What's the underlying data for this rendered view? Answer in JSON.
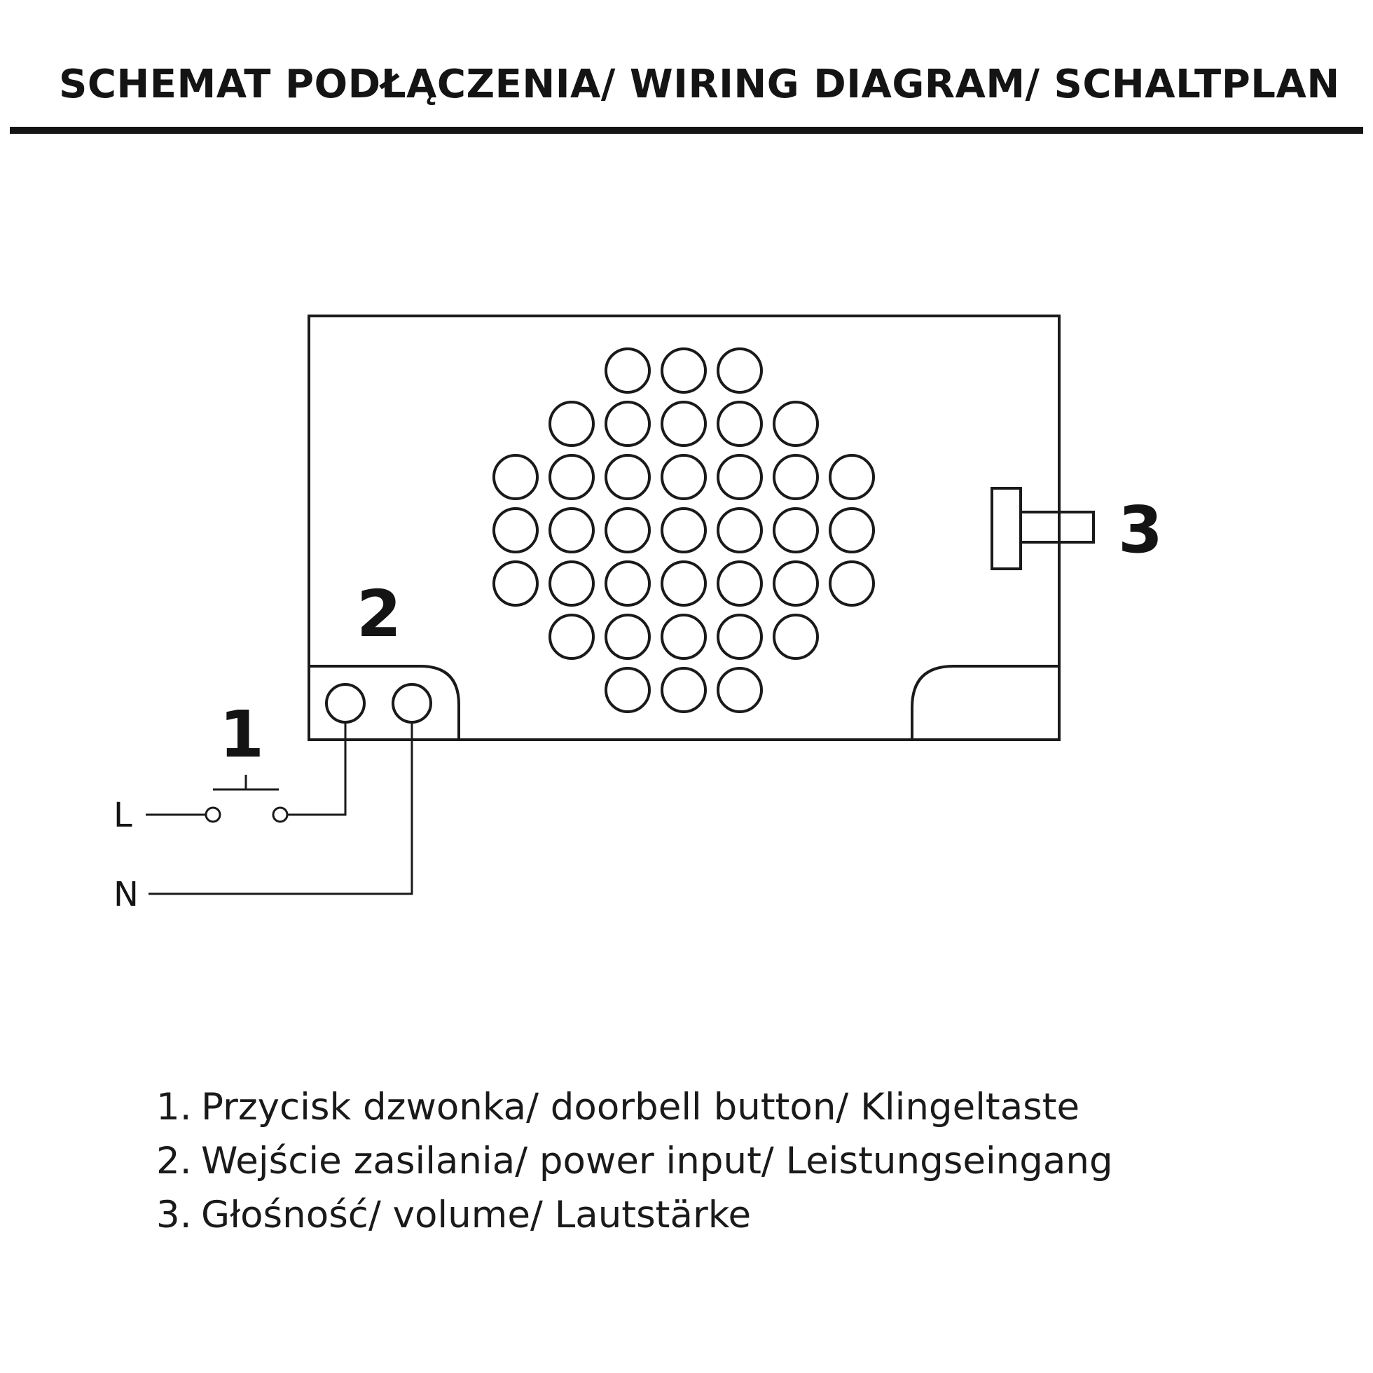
{
  "title": "SCHEMAT PODŁĄCZENIA/ WIRING DIAGRAM/ SCHALTPLAN",
  "diagram": {
    "callout_1": "1",
    "callout_2": "2",
    "callout_3": "3",
    "line_label": "L",
    "neutral_label": "N",
    "speaker_grille_rows": [
      3,
      5,
      7,
      7,
      7,
      5,
      3
    ]
  },
  "legend": [
    {
      "number": "1.",
      "text": "Przycisk dzwonka/ doorbell button/ Klingeltaste"
    },
    {
      "number": "2.",
      "text": "Wejście zasilania/ power input/ Leistungseingang"
    },
    {
      "number": "3.",
      "text": "Głośność/ volume/ Lautstärke"
    }
  ]
}
